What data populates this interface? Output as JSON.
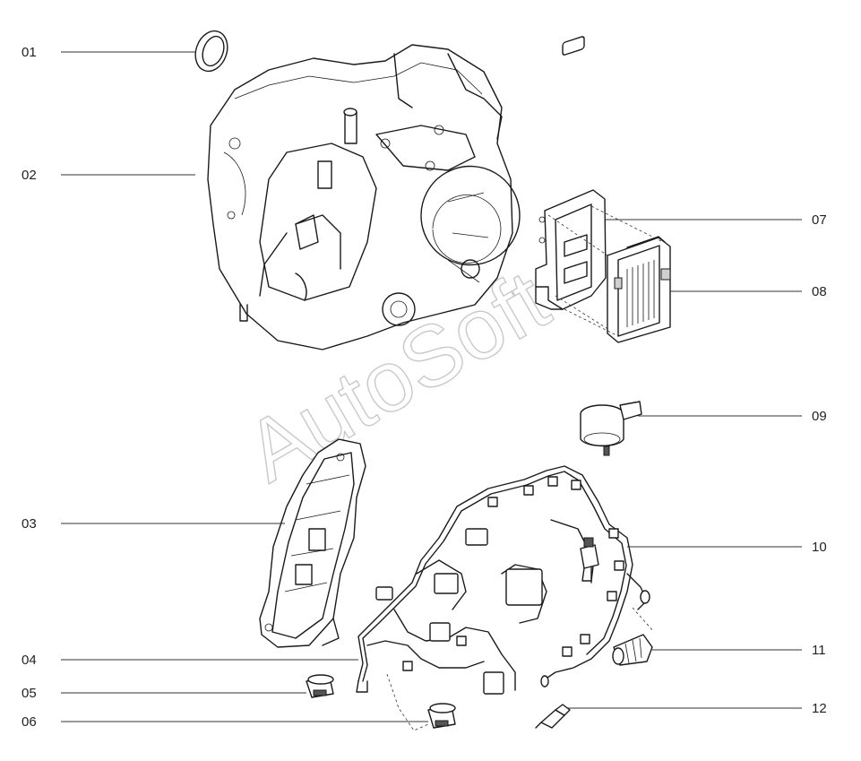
{
  "watermark": "AutoSoft",
  "callouts": [
    {
      "id": "01",
      "label": "01"
    },
    {
      "id": "02",
      "label": "02"
    },
    {
      "id": "03",
      "label": "03"
    },
    {
      "id": "04",
      "label": "04"
    },
    {
      "id": "05",
      "label": "05"
    },
    {
      "id": "06",
      "label": "06"
    },
    {
      "id": "07",
      "label": "07"
    },
    {
      "id": "08",
      "label": "08"
    },
    {
      "id": "09",
      "label": "09"
    },
    {
      "id": "10",
      "label": "10"
    },
    {
      "id": "11",
      "label": "11"
    },
    {
      "id": "12",
      "label": "12"
    }
  ],
  "colors": {
    "line": "#1a1a1a",
    "watermark": "#c9c9c9",
    "background": "#ffffff"
  }
}
